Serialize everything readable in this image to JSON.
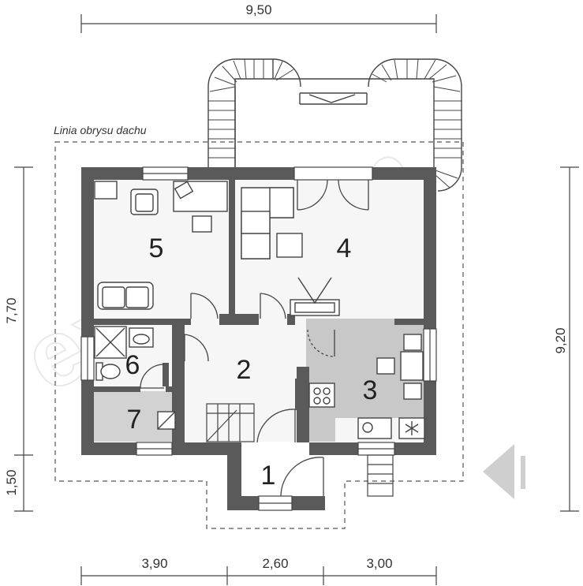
{
  "dimensions": {
    "top_width": "9,50",
    "left_upper": "7,70",
    "left_lower": "1,50",
    "right_height": "9,20",
    "bottom_1": "3,90",
    "bottom_2": "2,60",
    "bottom_3": "3,00"
  },
  "roof_outline_label": "Linia obrysu dachu",
  "rooms": {
    "r1": "1",
    "r2": "2",
    "r3": "3",
    "r4": "4",
    "r5": "5",
    "r6": "6",
    "r7": "7"
  },
  "watermark": "extradom",
  "colors": {
    "wall": "#5a5a5a",
    "kitchen_floor": "#c8c8c8",
    "arrow": "#cfcfcf"
  },
  "icons": {
    "entrance_arrow": "triangle-left-arrow"
  }
}
